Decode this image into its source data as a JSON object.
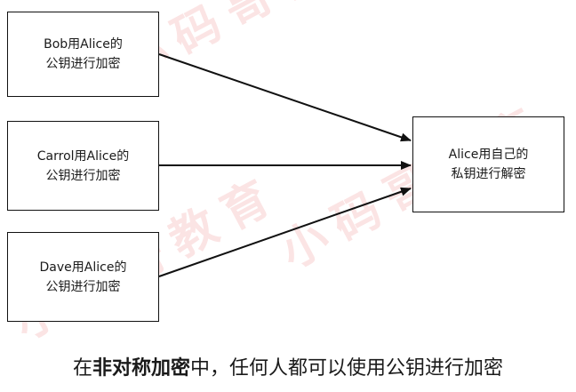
{
  "watermark": {
    "text": "小码哥教育",
    "color": "#e65a5a"
  },
  "nodes": {
    "bob": {
      "line1": "Bob用Alice的",
      "line2": "公钥进行加密"
    },
    "carrol": {
      "line1": "Carrol用Alice的",
      "line2": "公钥进行加密"
    },
    "dave": {
      "line1": "Dave用Alice的",
      "line2": "公钥进行加密"
    },
    "alice": {
      "line1": "Alice用自己的",
      "line2": "私钥进行解密"
    }
  },
  "caption": {
    "prefix": "在",
    "emphasis": "非对称加密",
    "suffix": "中，任何人都可以使用公钥进行加密"
  },
  "colors": {
    "stroke": "#111111",
    "text": "#1a1a1a",
    "background": "#ffffff"
  }
}
